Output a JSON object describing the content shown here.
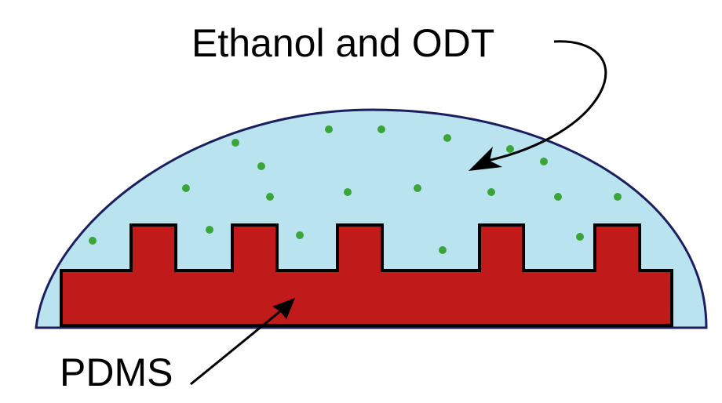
{
  "labels": {
    "solution": "Ethanol and ODT",
    "stamp": "PDMS"
  },
  "colors": {
    "droplet_fill": "#b9e3ee",
    "droplet_stroke": "#1b1f5e",
    "stamp_fill": "#c01a1a",
    "stamp_stroke": "#000000",
    "molecule_dots": "#3aa63a",
    "arrow": "#000000"
  },
  "molecule_dot_count": 19
}
